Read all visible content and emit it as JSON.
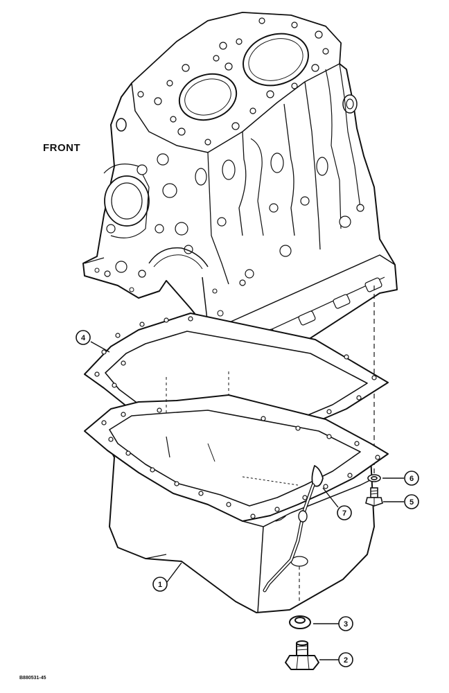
{
  "labels": {
    "front": "FRONT",
    "drawing_code": "B880531-45"
  },
  "callouts": [
    {
      "number": "1",
      "part": "oil-pan"
    },
    {
      "number": "2",
      "part": "drain-plug"
    },
    {
      "number": "3",
      "part": "drain-plug-washer"
    },
    {
      "number": "4",
      "part": "oil-pan-gasket"
    },
    {
      "number": "5",
      "part": "bolt"
    },
    {
      "number": "6",
      "part": "lock-washer"
    },
    {
      "number": "7",
      "part": "oil-pickup-tube"
    }
  ],
  "colors": {
    "line": "#111111",
    "background": "#ffffff"
  }
}
